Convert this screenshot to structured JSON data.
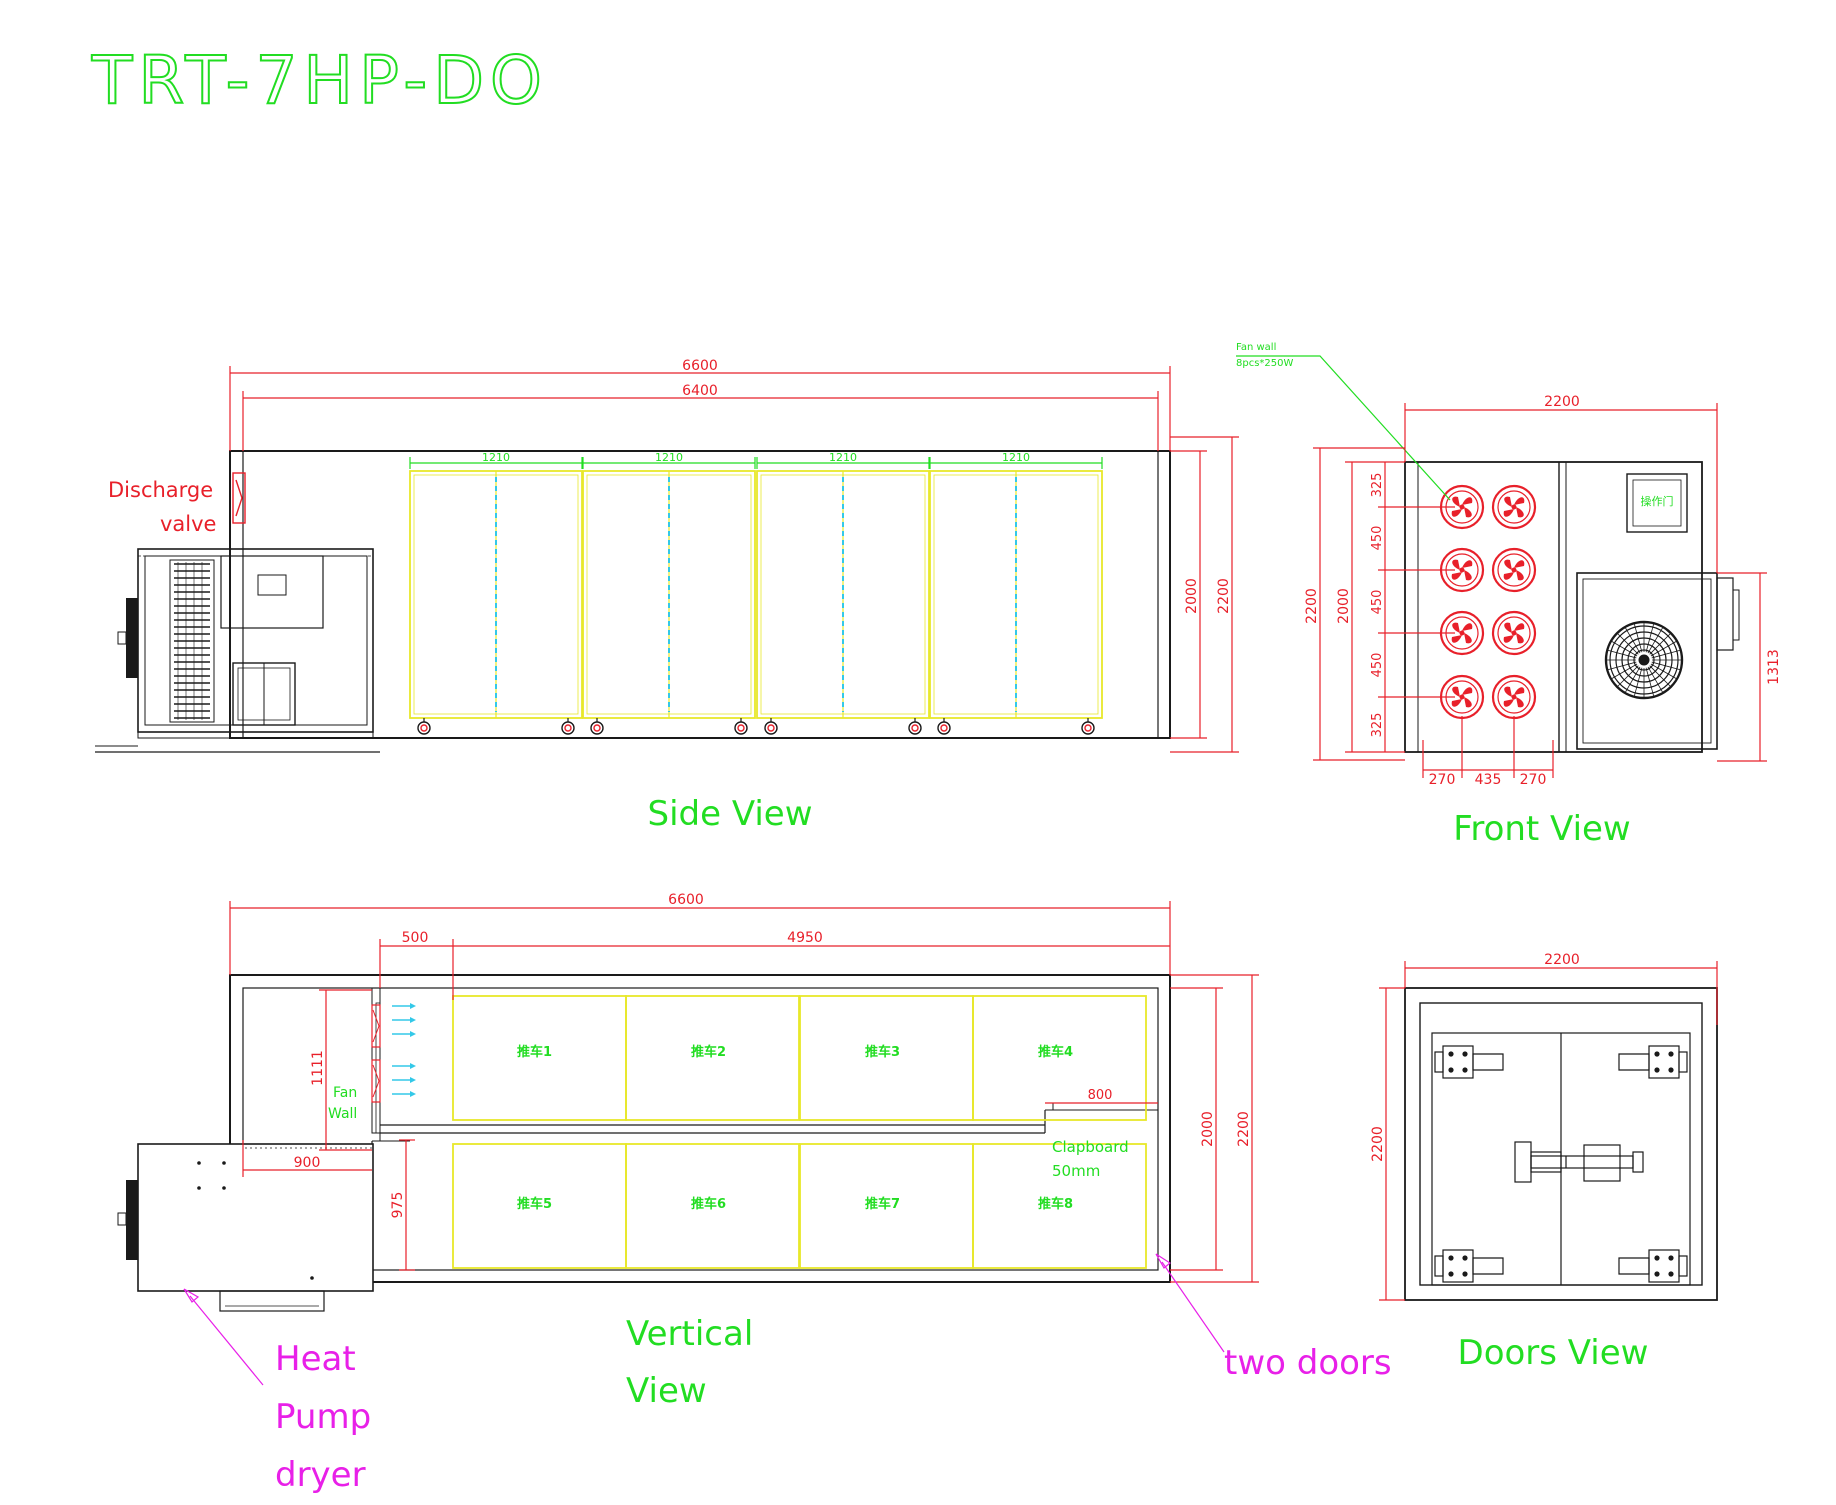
{
  "title": "TRT-7HP-DO",
  "labels": {
    "side_view": "Side View",
    "front_view": "Front View",
    "vertical_view": [
      "Vertical",
      "View"
    ],
    "doors_view": "Doors View",
    "discharge": [
      "Discharge",
      "valve"
    ],
    "heat_pump": [
      "Heat",
      "Pump",
      "dryer"
    ],
    "two_doors": "two doors",
    "fan_wall_note": [
      "Fan wall",
      "8pcs*250W"
    ],
    "fan_wall_label": [
      "Fan",
      "Wall"
    ],
    "clapboard": [
      "Clapboard",
      "50mm"
    ],
    "door_tag": "操作门"
  },
  "carts": [
    "推车1",
    "推车2",
    "推车3",
    "推车4",
    "推车5",
    "推车6",
    "推车7",
    "推车8"
  ],
  "dims": {
    "side_total": "6600",
    "side_inner": "6400",
    "side_segments": [
      "1210",
      "1210",
      "1210",
      "1210"
    ],
    "side_h_inner": "2000",
    "side_h_outer": "2200",
    "front_width": "2200",
    "front_h_outer": "2200",
    "front_h_inner": "2000",
    "front_fan_rows": [
      "325",
      "450",
      "450",
      "450",
      "325"
    ],
    "front_fan_cols": [
      "270",
      "435",
      "270"
    ],
    "front_unit_h": "1313",
    "vert_total": "6600",
    "vert_a": "500",
    "vert_b": "4950",
    "vert_fanwall": "1111",
    "vert_900": "900",
    "vert_975": "975",
    "vert_800": "800",
    "vert_h_inner": "2000",
    "vert_h_outer": "2200",
    "doors_width": "2200",
    "doors_height": "2200"
  },
  "colors": {
    "dim": "#e8202a",
    "outline": "#1a1a1a",
    "cart": "#e8e82a",
    "green": "#22dd22",
    "cyan": "#33c8e8",
    "magenta": "#e820e8"
  }
}
